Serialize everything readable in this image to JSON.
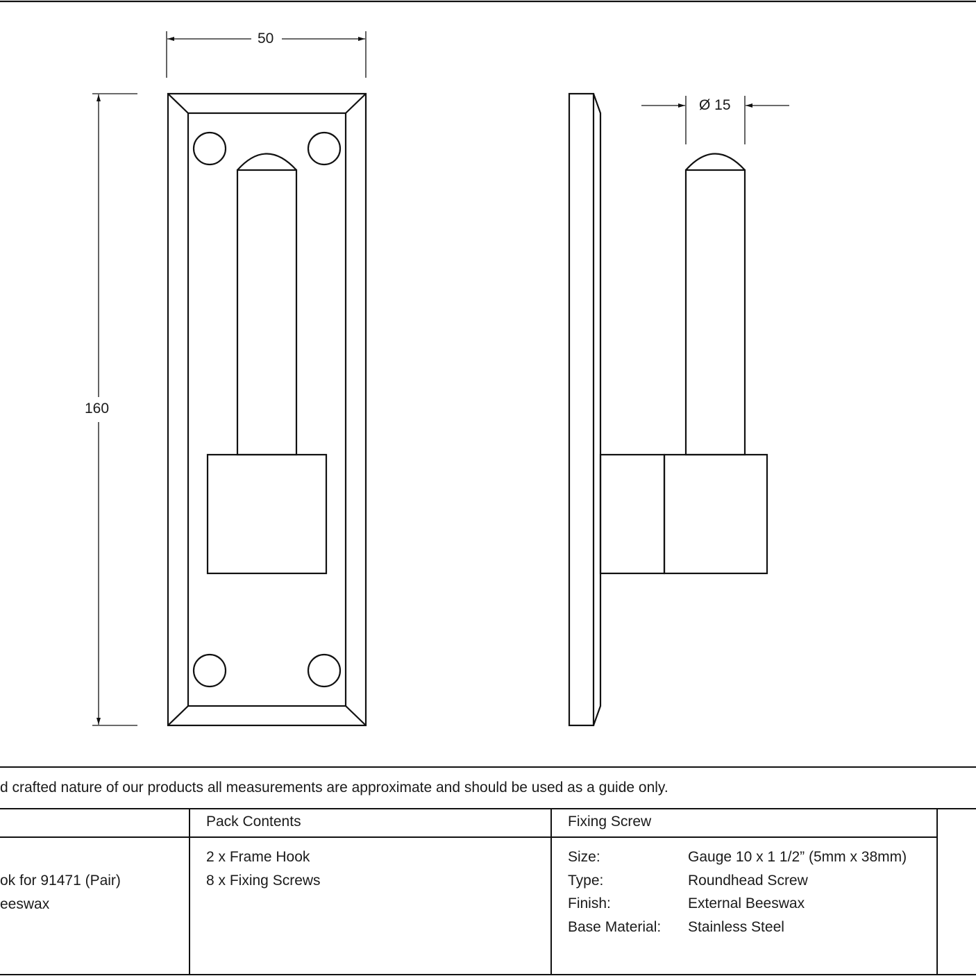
{
  "dimensions": {
    "width": "50",
    "height": "160",
    "diameter": "Ø 15"
  },
  "disclaimer": "d crafted nature of our products all measurements are approximate and should be used as a guide only.",
  "product": {
    "line1": "ok for 91471 (Pair)",
    "line2": "eeswax"
  },
  "pack_contents": {
    "header": "Pack Contents",
    "items": [
      "2 x Frame Hook",
      "8 x Fixing Screws"
    ]
  },
  "fixing_screw": {
    "header": "Fixing Screw",
    "rows": [
      {
        "label": "Size:",
        "value": "Gauge 10 x 1 1/2” (5mm x 38mm)"
      },
      {
        "label": "Type:",
        "value": "Roundhead Screw"
      },
      {
        "label": "Finish:",
        "value": "External Beeswax"
      },
      {
        "label": "Base Material:",
        "value": "Stainless Steel"
      }
    ]
  }
}
